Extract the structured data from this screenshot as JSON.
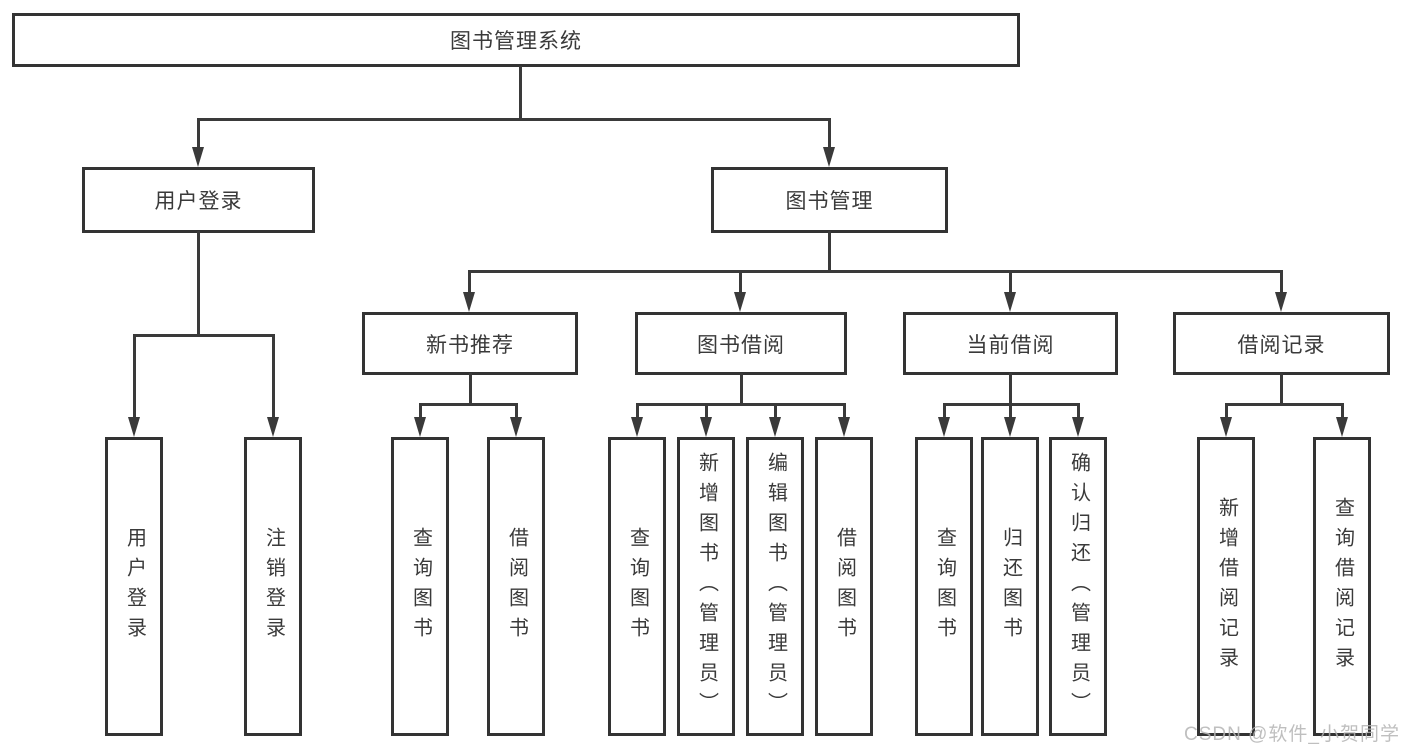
{
  "diagram": {
    "title_node": {
      "label": "图书管理系统"
    },
    "level2": [
      {
        "label": "用户登录"
      },
      {
        "label": "图书管理"
      }
    ],
    "level3": [
      {
        "label": "新书推荐"
      },
      {
        "label": "图书借阅"
      },
      {
        "label": "当前借阅"
      },
      {
        "label": "借阅记录"
      }
    ],
    "leaves": {
      "user_login": [
        {
          "label": "用户登录"
        },
        {
          "label": "注销登录"
        }
      ],
      "new_books": [
        {
          "label": "查询图书"
        },
        {
          "label": "借阅图书"
        }
      ],
      "book_borrowing": [
        {
          "label": "查询图书"
        },
        {
          "label": "新增图书（管理员）"
        },
        {
          "label": "编辑图书（管理员）"
        },
        {
          "label": "借阅图书"
        }
      ],
      "current_borrowing": [
        {
          "label": "查询图书"
        },
        {
          "label": "归还图书"
        },
        {
          "label": "确认归还（管理员）"
        }
      ],
      "borrow_records": [
        {
          "label": "新增借阅记录"
        },
        {
          "label": "查询借阅记录"
        }
      ]
    },
    "watermark": "CSDN @软件_小贺同学",
    "colors": {
      "line": "#3a3a3a",
      "box_border": "#333333",
      "text": "#3a3a3a",
      "watermark": "#b5b5b5",
      "background": "#ffffff"
    }
  }
}
